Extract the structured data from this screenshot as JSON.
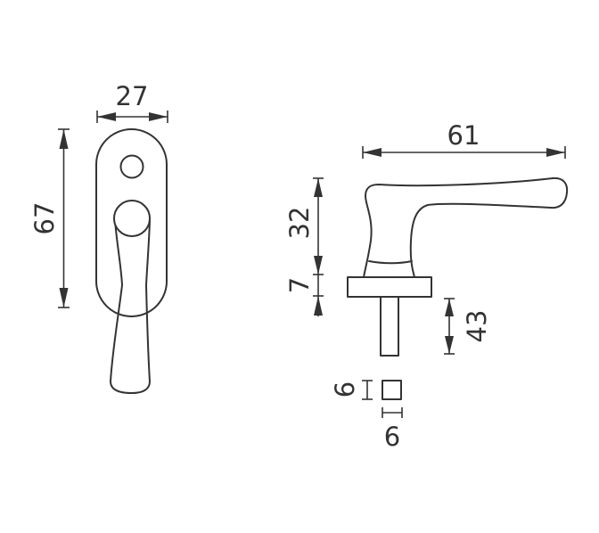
{
  "title": "Window handle dimension drawing",
  "front_view": {
    "width_label": "27",
    "height_label": "67"
  },
  "side_view": {
    "length_label": "61",
    "handle_height_label": "32",
    "rose_thickness_label": "7",
    "spindle_length_label": "43"
  },
  "spindle_section": {
    "height_label": "6",
    "width_label": "6"
  },
  "colors": {
    "line": "#333333",
    "background": "#ffffff"
  }
}
